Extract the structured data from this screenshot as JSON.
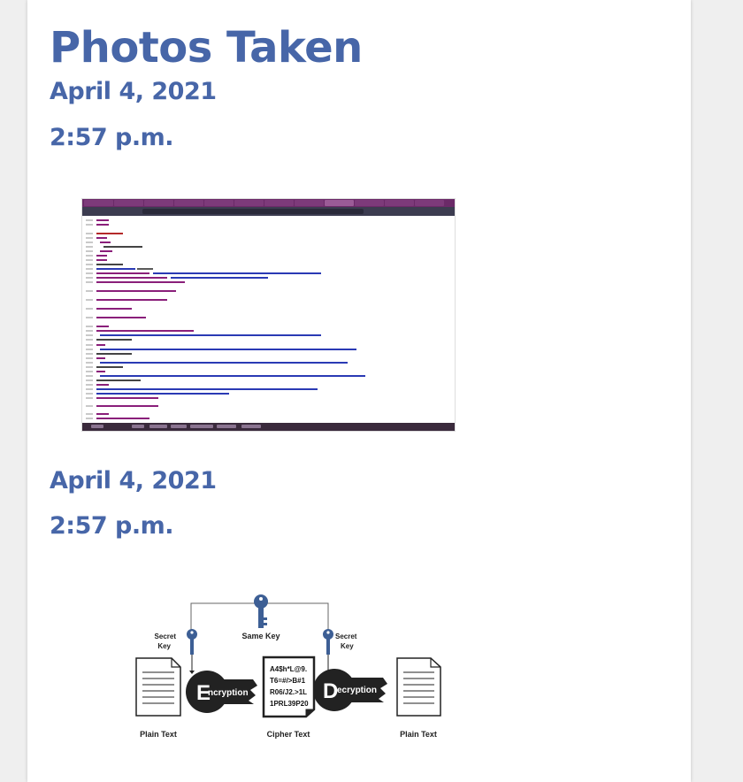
{
  "page": {
    "title": "Photos Taken",
    "entries": [
      {
        "date": "April 4, 2021",
        "time": "2:57 p.m."
      },
      {
        "date": "April 4, 2021",
        "time": "2:57 p.m."
      }
    ]
  },
  "diagram": {
    "secret_key_left": "Secret\nKey",
    "same_key": "Same Key",
    "secret_key_right": "Secret\nKey",
    "encryption": "Encryption",
    "decryption": "Decryption",
    "cipher_text": "A4$h*L@9.\nT6=#/>B#1\nR06/J2.>1L\n1PRL39P20",
    "plain_text_left": "Plain Text",
    "cipher_text_label": "Cipher Text",
    "plain_text_right": "Plain Text"
  },
  "colors": {
    "accent": "#4766a8",
    "key": "#3d5f95"
  }
}
